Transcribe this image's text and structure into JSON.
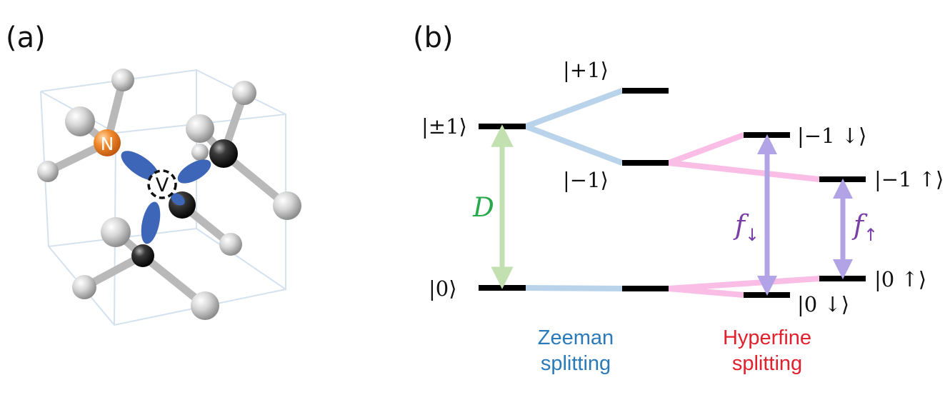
{
  "panel_a": {
    "label": "(a)",
    "nitrogen_label": "N",
    "vacancy_label": "V"
  },
  "panel_b": {
    "label": "(b)",
    "levels": {
      "pm1": "|±1⟩",
      "plus1": "|+1⟩",
      "minus1": "|−1⟩",
      "zero": "|0⟩",
      "minus1_down": "|−1 ↓⟩",
      "minus1_up": "|−1 ↑⟩",
      "zero_up": "|0 ↑⟩",
      "zero_down": "|0 ↓⟩"
    },
    "zero_field_symbol": "D",
    "f_down": {
      "base": "f",
      "sub": "↓"
    },
    "f_up": {
      "base": "f",
      "sub": "↑"
    },
    "zeeman_caption": [
      "Zeeman",
      "splitting"
    ],
    "hyperfine_caption": [
      "Hyperfine",
      "splitting"
    ]
  },
  "colors": {
    "level": "#000000",
    "zeeman": "#b8d3ea",
    "hyperfine": "#f9bde6",
    "zero_field_arrow": "#c3e0b0",
    "zero_field_text": "#27a84a",
    "transition_arrow": "#b1a3e6",
    "transition_text": "#7b3ea6",
    "zeeman_text": "#2a7ab9",
    "hyperfine_text": "#e2202e",
    "nitrogen": "#ee7d22",
    "orbital": "#3d66b8",
    "lattice": "#d4e2ef"
  }
}
